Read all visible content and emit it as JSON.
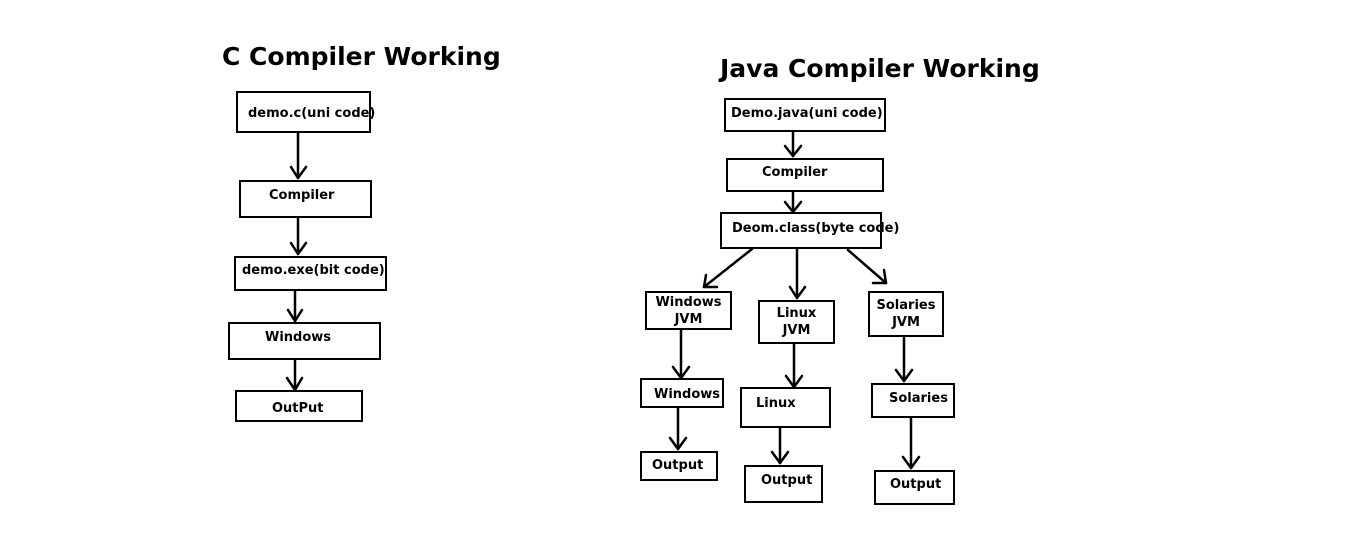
{
  "c_diagram": {
    "title": "C Compiler Working",
    "nodes": [
      "demo.c(uni code)",
      "Compiler",
      "demo.exe(bit code)",
      "Windows",
      "OutPut"
    ]
  },
  "java_diagram": {
    "title": "Java Compiler Working",
    "nodes": {
      "source": "Demo.java(uni code)",
      "compiler": "Compiler",
      "bytecode": "Deom.class(byte code)",
      "windows_jvm": "Windows\nJVM",
      "linux_jvm": "Linux\nJVM",
      "solaries_jvm": "Solaries\nJVM",
      "windows_os": "Windows",
      "linux_os": "Linux",
      "solaries_os": "Solaries",
      "windows_output": "Output",
      "linux_output": "Output",
      "solaries_output": "Output"
    }
  }
}
